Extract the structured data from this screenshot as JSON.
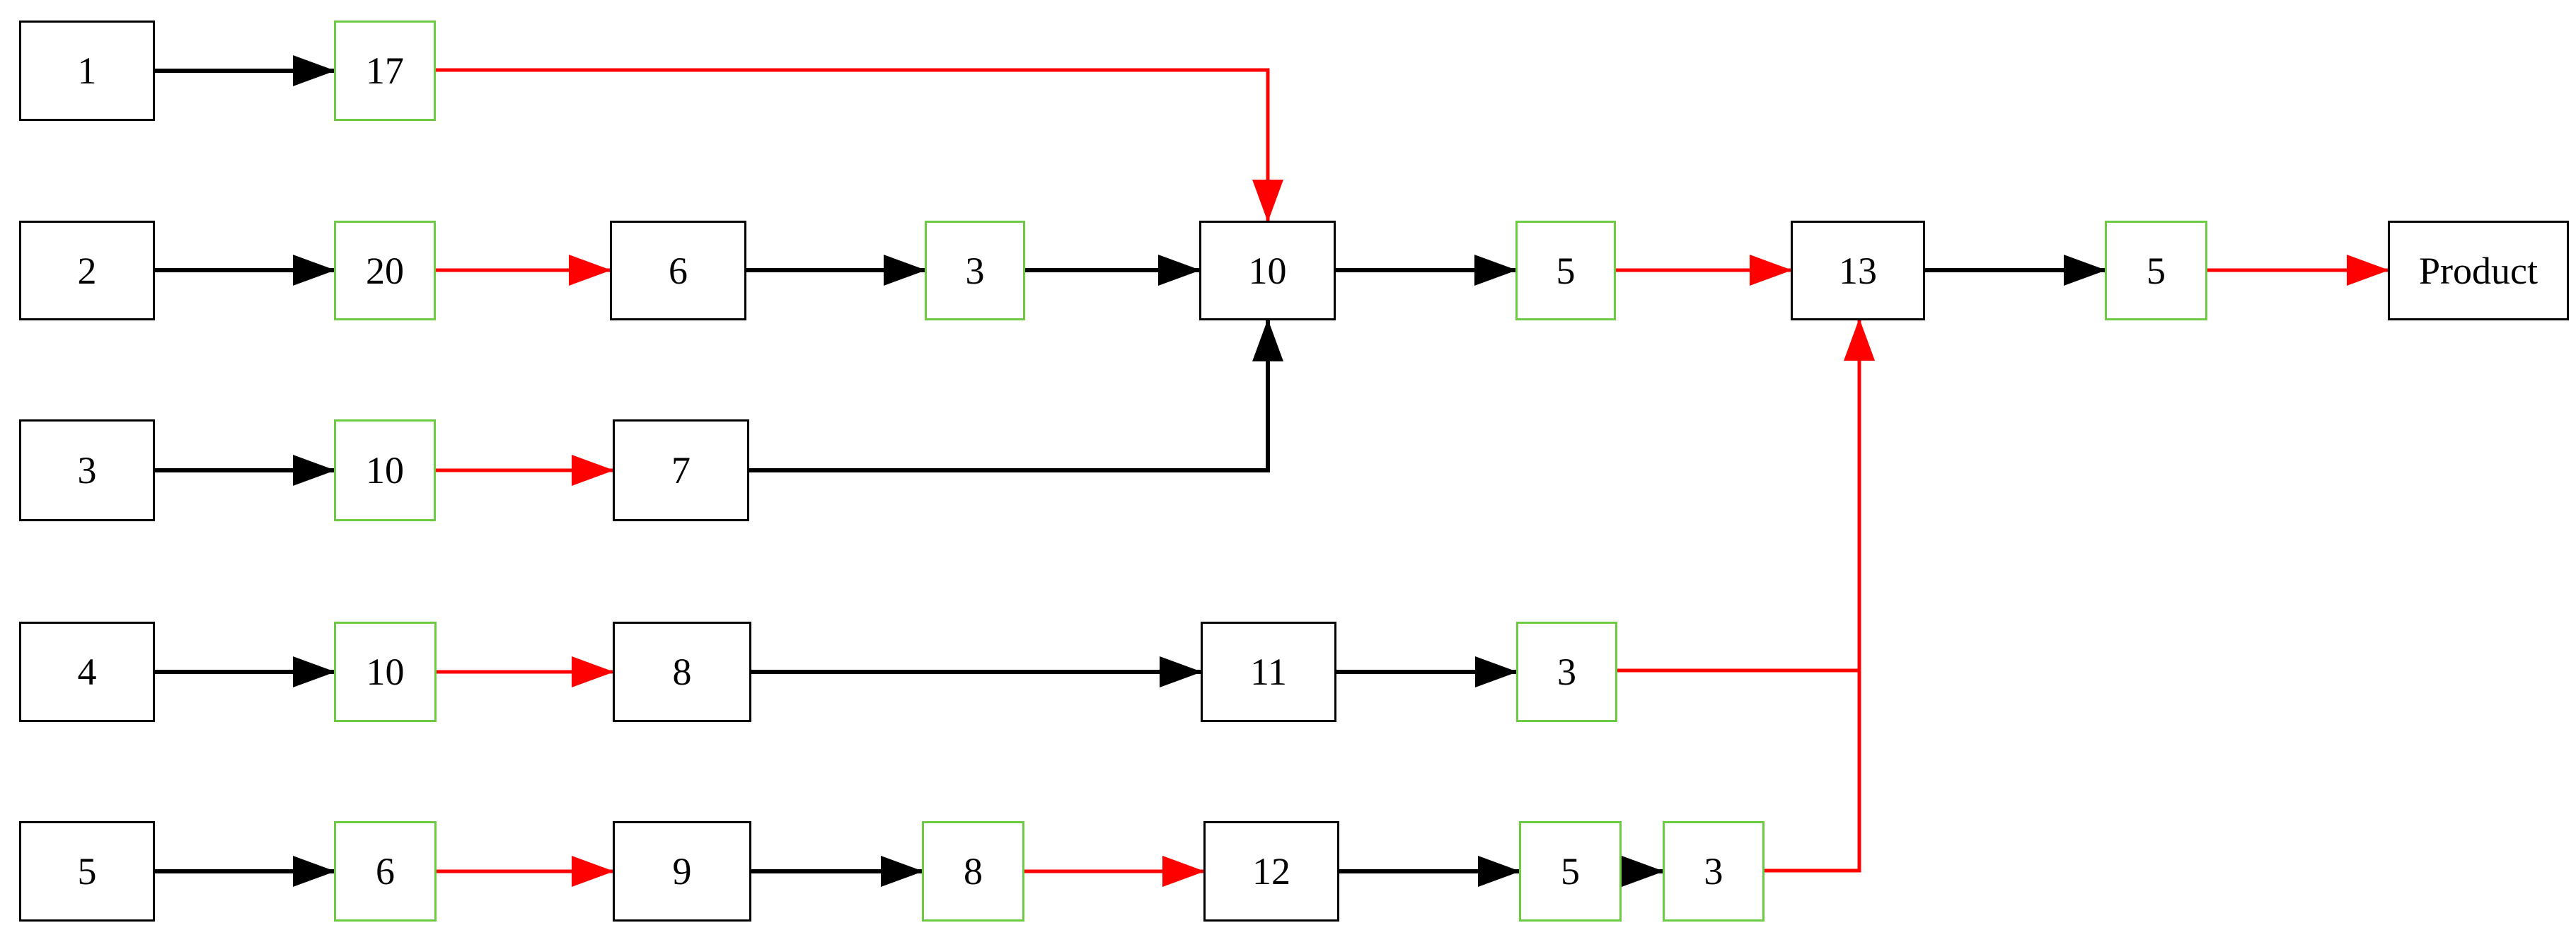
{
  "diagram": {
    "type": "process-flow-graph",
    "final_node": "Product",
    "colors": {
      "edge_black": "#000000",
      "edge_red": "#ff0000",
      "node_border_black": "#000000",
      "node_border_green": "#6dca43",
      "background": "#ffffff"
    },
    "nodes": [
      {
        "id": "src1",
        "label": "1",
        "border": "black"
      },
      {
        "id": "p17",
        "label": "17",
        "border": "green"
      },
      {
        "id": "src2",
        "label": "2",
        "border": "black"
      },
      {
        "id": "p20",
        "label": "20",
        "border": "green"
      },
      {
        "id": "p6a",
        "label": "6",
        "border": "black"
      },
      {
        "id": "p3a",
        "label": "3",
        "border": "green"
      },
      {
        "id": "p10a",
        "label": "10",
        "border": "black"
      },
      {
        "id": "p5a",
        "label": "5",
        "border": "green"
      },
      {
        "id": "p13",
        "label": "13",
        "border": "black"
      },
      {
        "id": "p5b",
        "label": "5",
        "border": "green"
      },
      {
        "id": "prod",
        "label": "Product",
        "border": "black"
      },
      {
        "id": "src3",
        "label": "3",
        "border": "black"
      },
      {
        "id": "p10b",
        "label": "10",
        "border": "green"
      },
      {
        "id": "p7",
        "label": "7",
        "border": "black"
      },
      {
        "id": "src4",
        "label": "4",
        "border": "black"
      },
      {
        "id": "p10c",
        "label": "10",
        "border": "green"
      },
      {
        "id": "p8a",
        "label": "8",
        "border": "black"
      },
      {
        "id": "p11",
        "label": "11",
        "border": "black"
      },
      {
        "id": "p3c",
        "label": "3",
        "border": "green"
      },
      {
        "id": "src5",
        "label": "5",
        "border": "black"
      },
      {
        "id": "p6b",
        "label": "6",
        "border": "green"
      },
      {
        "id": "p9",
        "label": "9",
        "border": "black"
      },
      {
        "id": "p8b",
        "label": "8",
        "border": "green"
      },
      {
        "id": "p12",
        "label": "12",
        "border": "black"
      },
      {
        "id": "p5d",
        "label": "5",
        "border": "green"
      },
      {
        "id": "p3d",
        "label": "3",
        "border": "green"
      }
    ],
    "edges": [
      {
        "from": "src1",
        "to": "p17",
        "color": "black"
      },
      {
        "from": "p17",
        "to": "p10a",
        "color": "red"
      },
      {
        "from": "src2",
        "to": "p20",
        "color": "black"
      },
      {
        "from": "p20",
        "to": "p6a",
        "color": "red"
      },
      {
        "from": "p6a",
        "to": "p3a",
        "color": "black"
      },
      {
        "from": "p3a",
        "to": "p10a",
        "color": "black"
      },
      {
        "from": "p10a",
        "to": "p5a",
        "color": "black"
      },
      {
        "from": "p5a",
        "to": "p13",
        "color": "red"
      },
      {
        "from": "p13",
        "to": "p5b",
        "color": "black"
      },
      {
        "from": "p5b",
        "to": "prod",
        "color": "red"
      },
      {
        "from": "src3",
        "to": "p10b",
        "color": "black"
      },
      {
        "from": "p10b",
        "to": "p7",
        "color": "red"
      },
      {
        "from": "p7",
        "to": "p10a",
        "color": "black"
      },
      {
        "from": "src4",
        "to": "p10c",
        "color": "black"
      },
      {
        "from": "p10c",
        "to": "p8a",
        "color": "red"
      },
      {
        "from": "p8a",
        "to": "p11",
        "color": "black"
      },
      {
        "from": "p11",
        "to": "p3c",
        "color": "black"
      },
      {
        "from": "p3c",
        "to": "p13",
        "color": "red"
      },
      {
        "from": "src5",
        "to": "p6b",
        "color": "black"
      },
      {
        "from": "p6b",
        "to": "p9",
        "color": "red"
      },
      {
        "from": "p9",
        "to": "p8b",
        "color": "black"
      },
      {
        "from": "p8b",
        "to": "p12",
        "color": "red"
      },
      {
        "from": "p12",
        "to": "p5d",
        "color": "black"
      },
      {
        "from": "p5d",
        "to": "p3d",
        "color": "black"
      },
      {
        "from": "p3d",
        "to": "p13",
        "color": "red"
      }
    ]
  }
}
